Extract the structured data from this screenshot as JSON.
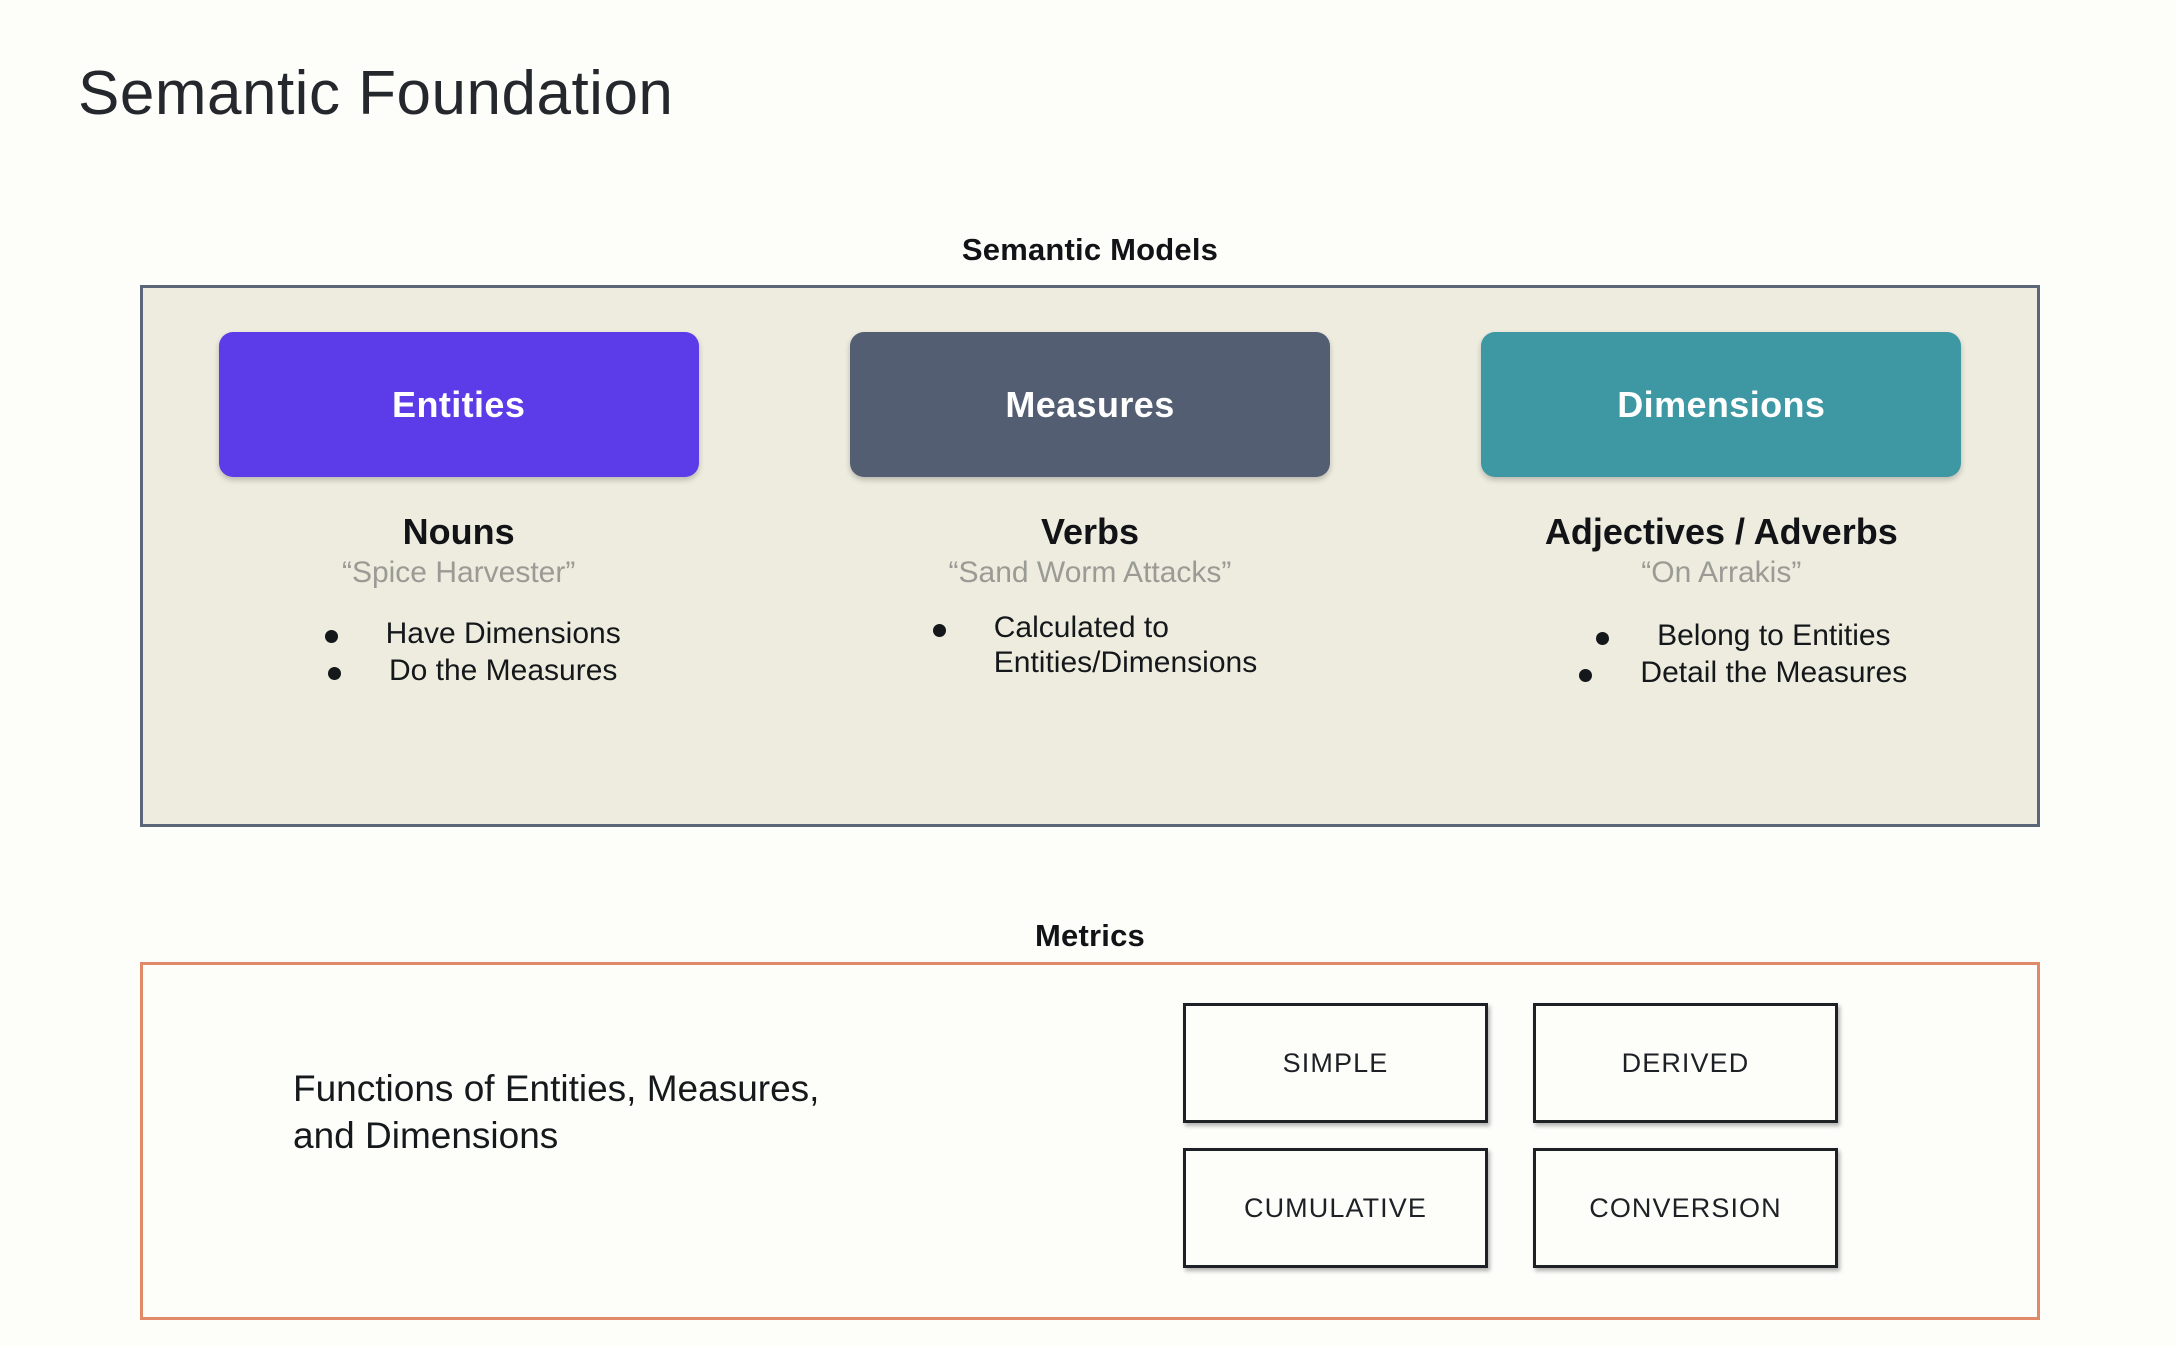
{
  "slide": {
    "title": "Semantic Foundation"
  },
  "semantic_models": {
    "caption": "Semantic Models",
    "panel_bg": "#EEECDF",
    "panel_border": "#5B6679",
    "columns": [
      {
        "pill_label": "Entities",
        "pill_color": "#5B3CE8",
        "part_of_speech": "Nouns",
        "example": "“Spice Harvester”",
        "bullets": [
          "Have Dimensions",
          "Do the Measures"
        ]
      },
      {
        "pill_label": "Measures",
        "pill_color": "#535E73",
        "part_of_speech": "Verbs",
        "example": "“Sand Worm Attacks”",
        "bullets": [
          "Calculated to\nEntities/Dimensions"
        ]
      },
      {
        "pill_label": "Dimensions",
        "pill_color": "#3D98A3",
        "part_of_speech": "Adjectives / Adverbs",
        "example": "“On Arrakis”",
        "bullets": [
          "Belong to Entities",
          "Detail the Measures"
        ]
      }
    ]
  },
  "metrics": {
    "caption": "Metrics",
    "panel_border": "#E08A69",
    "description": "Functions of Entities, Measures,\nand Dimensions",
    "types": [
      "SIMPLE",
      "DERIVED",
      "CUMULATIVE",
      "CONVERSION"
    ]
  }
}
